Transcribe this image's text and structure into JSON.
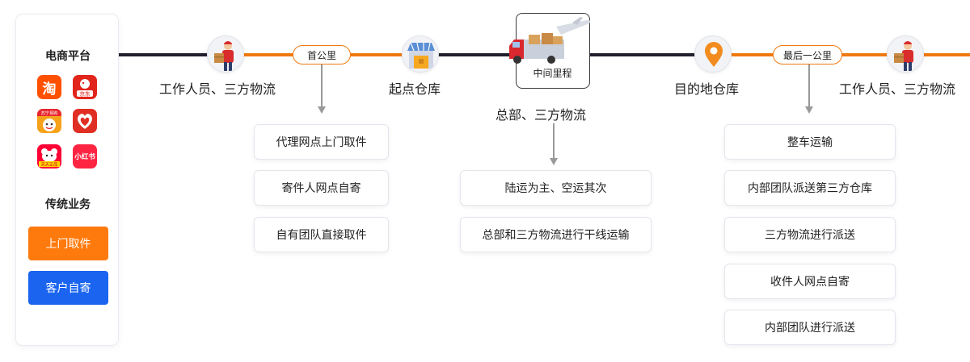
{
  "sidebar": {
    "ecommerce_title": "电商平台",
    "apps": [
      {
        "name": "taobao",
        "label": "淘",
        "color": "#ff5000"
      },
      {
        "name": "jd",
        "label": "京东",
        "color": "#e1251b"
      },
      {
        "name": "suning",
        "label": "苏宁易购",
        "color": "#f7a21b"
      },
      {
        "name": "pinduoduo",
        "label": "",
        "color": "#e02e24"
      },
      {
        "name": "tmall-super",
        "label": "天天正品",
        "color": "#ff0036"
      },
      {
        "name": "xiaohongshu",
        "label": "小红书",
        "color": "#ff2442"
      }
    ],
    "traditional_title": "传统业务",
    "pickup_button": "上门取件",
    "self_send_button": "客户自寄",
    "pickup_color": "#ff7a0c",
    "self_send_color": "#1a64f0"
  },
  "flow": {
    "first_mile": "首公里",
    "last_mile": "最后一公里",
    "middle_mile": "中间里程",
    "nodes": {
      "start_worker": "工作人员、三方物流",
      "origin_warehouse": "起点仓库",
      "hub": "总部、三方物流",
      "dest_warehouse": "目的地仓库",
      "end_worker": "工作人员、三方物流"
    },
    "colors": {
      "dark_line": "#1f1f2e",
      "orange_line": "#f0790f"
    }
  },
  "steps": {
    "first_mile": [
      "代理网点上门取件",
      "寄件人网点自寄",
      "自有团队直接取件"
    ],
    "middle_mile": [
      "陆运为主、空运其次",
      "总部和三方物流进行干线运输"
    ],
    "last_mile": [
      "整车运输",
      "内部团队派送第三方仓库",
      "三方物流进行派送",
      "收件人网点自寄",
      "内部团队进行派送"
    ]
  }
}
